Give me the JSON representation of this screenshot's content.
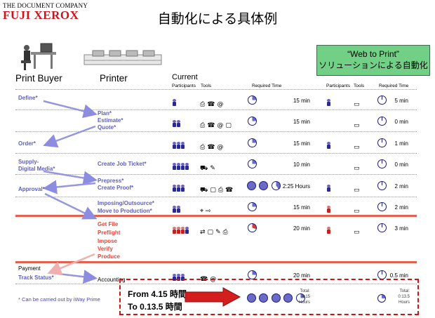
{
  "logo": {
    "top": "THE DOCUMENT COMPANY",
    "main": "FUJI XEROX"
  },
  "title": "自動化による具体例",
  "headers": {
    "print_buyer": "Print Buyer",
    "printer": "Printer",
    "current": "Current",
    "participants": "Participants",
    "tools": "Tools",
    "required_time": "Required Time",
    "wtp_participants": "Participants",
    "wtp_tools": "Tools",
    "wtp_required_time": "Required Time"
  },
  "web_to_print": {
    "line1": "“Web to Print”",
    "line2": "ソリューションによる自動化"
  },
  "left_steps": {
    "define": "Define*",
    "plan": "Plan*",
    "estimate": "Estimate*",
    "quote": "Quote*",
    "order": "Order*",
    "supply": "Supply-",
    "digital_media": "Digital Media*",
    "create_ticket": "Create Job Ticket*",
    "prepress": "Prepress*",
    "create_proof": "Create Proof*",
    "approval": "Approval*",
    "imposing": "Imposing/Outsource*",
    "move": "Move to Production*",
    "get_file": "Get File",
    "preflight": "Preflight",
    "impose": "Impose",
    "verify": "Verify",
    "produce": "Produce",
    "payment": "Payment",
    "track_status": "Track Status*",
    "accounting": "Accounting"
  },
  "current_times": [
    "15 min",
    "15 min",
    "15 min",
    "10 min",
    "2:25 Hours",
    "15 min",
    "20 min",
    "20 min"
  ],
  "wtp_times": [
    "5 min",
    "0 min",
    "1 min",
    "0 min",
    "2 min",
    "2 min",
    "3 min",
    "0.5 min"
  ],
  "footnote": "* Can be carried out by iWay Prime",
  "summary": {
    "from": "From 4.15 時間",
    "to": "To 0.13.5 時間",
    "total_current_label": "Total:",
    "total_current_value": "4:15",
    "total_current_unit": "Hours",
    "total_wtp_label": "Total:",
    "total_wtp_value": "0:13.5",
    "total_wtp_unit": "Hours"
  },
  "icons": {
    "at_symbol": "@",
    "check_icon": "✓",
    "crosshair": "⌖",
    "arrow": "⇨"
  },
  "colors": {
    "logo_red": "#d0121b",
    "step_blue": "#5f5fbf",
    "step_red": "#e8453c",
    "wtp_green": "#72cf86",
    "dash_red": "#d01414"
  }
}
